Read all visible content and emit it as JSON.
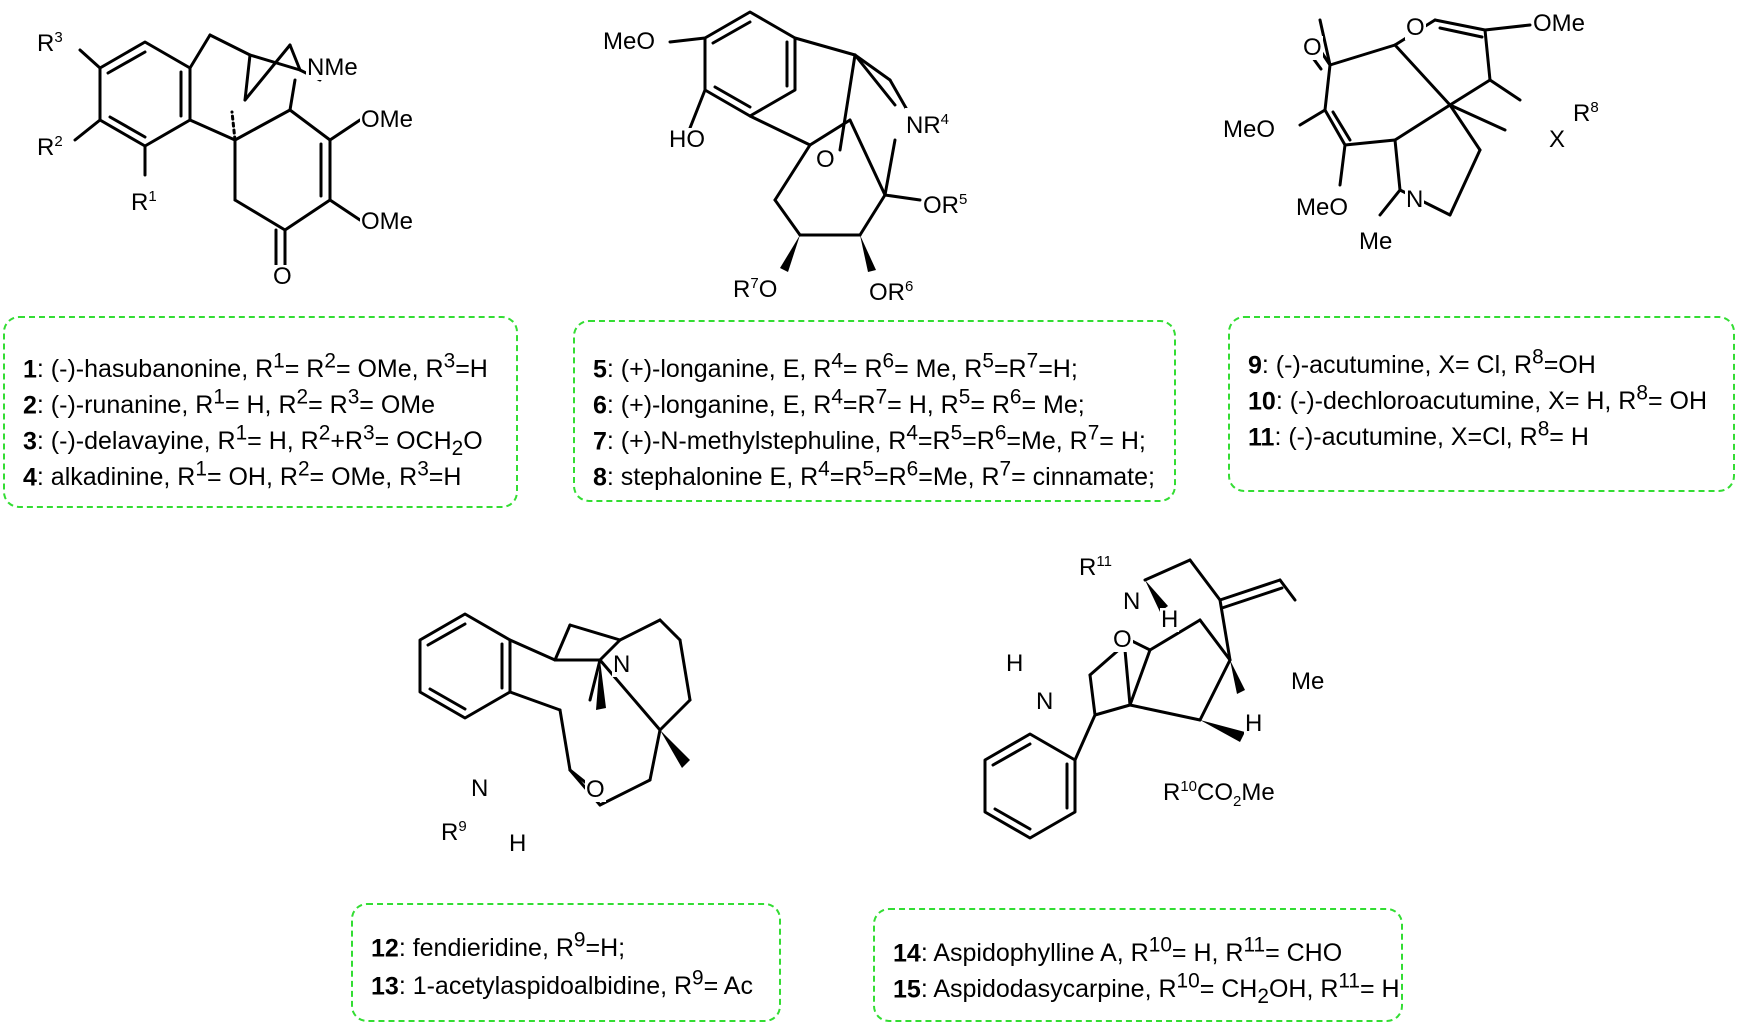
{
  "atoms": {
    "r3": "R<sup>3</sup>",
    "r2": "R<sup>2</sup>",
    "r1": "R<sup>1</sup>",
    "nme1": "NMe",
    "ome1a": "OMe",
    "ome1b": "OMe",
    "o1": "O",
    "meo2": "MeO",
    "ho2": "HO",
    "nr4": "NR<sup>4</sup>",
    "o2": "O",
    "or5": "OR<sup>5</sup>",
    "r7o": "R<sup>7</sup>O",
    "or6": "OR<sup>6</sup>",
    "o3a": "O",
    "o3b": "O",
    "ome3": "OMe",
    "r8": "R<sup>8</sup>",
    "meo3a": "MeO",
    "x3": "X",
    "meo3b": "MeO",
    "n3": "N",
    "me3": "Me",
    "n4a": "N",
    "n4b": "N",
    "o4": "O",
    "r9": "R<sup>9</sup>",
    "h4": "H",
    "r11": "R<sup>11</sup>",
    "n5a": "N",
    "h5a": "H",
    "o5": "O",
    "me5": "Me",
    "h5b": "H",
    "n5b": "N",
    "h5c": "H",
    "r10co2me": "R<sup>10</sup>CO<sub>2</sub>Me"
  },
  "boxes": {
    "box1": [
      {
        "num": "1",
        "text": ": (-)-hasubanonine, R<sup>1</sup>= R<sup>2</sup>= OMe, R<sup>3</sup>=H"
      },
      {
        "num": "2",
        "text": ": (-)-runanine, R<sup>1</sup>= H, R<sup>2</sup>= R<sup>3</sup>= OMe"
      },
      {
        "num": "3",
        "text": ": (-)-delavayine, R<sup>1</sup>= H, R<sup>2</sup>+R<sup>3</sup>= OCH<sub>2</sub>O"
      },
      {
        "num": "4",
        "text": ": alkadinine, R<sup>1</sup>= OH, R<sup>2</sup>= OMe, R<sup>3</sup>=H"
      }
    ],
    "box2": [
      {
        "num": "5",
        "text": ": (+)-longanine, E, R<sup>4</sup>= R<sup>6</sup>= Me, R<sup>5</sup>=R<sup>7</sup>=H;"
      },
      {
        "num": "6",
        "text": ": (+)-longanine, E, R<sup>4</sup>=R<sup>7</sup>= H, R<sup>5</sup>= R<sup>6</sup>= Me;"
      },
      {
        "num": "7",
        "text": ": (+)-N-methylstephuline, R<sup>4</sup>=R<sup>5</sup>=R<sup>6</sup>=Me, R<sup>7</sup>= H;"
      },
      {
        "num": "8",
        "text": ": stephalonine E, R<sup>4</sup>=R<sup>5</sup>=R<sup>6</sup>=Me, R<sup>7</sup>= cinnamate;"
      }
    ],
    "box3": [
      {
        "num": "9",
        "text": ": (-)-acutumine, X= Cl, R<sup>8</sup>=OH"
      },
      {
        "num": "10",
        "text": ": (-)-dechloroacutumine, X= H, R<sup>8</sup>= OH"
      },
      {
        "num": "11",
        "text": ": (-)-acutumine, X=Cl, R<sup>8</sup>= H"
      }
    ],
    "box4": [
      {
        "num": "12",
        "text": ": fendieridine, R<sup>9</sup>=H;"
      },
      {
        "num": "13",
        "text": ": 1-acetylaspidoalbidine, R<sup>9</sup>= Ac"
      }
    ],
    "box5": [
      {
        "num": "14",
        "text": ": Aspidophylline A, R<sup>10</sup>= H, R<sup>11</sup>= CHO"
      },
      {
        "num": "15",
        "text": ": Aspidodasycarpine, R<sup>10</sup>= CH<sub>2</sub>OH, R<sup>11</sup>= H"
      }
    ]
  },
  "colors": {
    "box_border": "#33dd33",
    "ink": "#000000"
  }
}
